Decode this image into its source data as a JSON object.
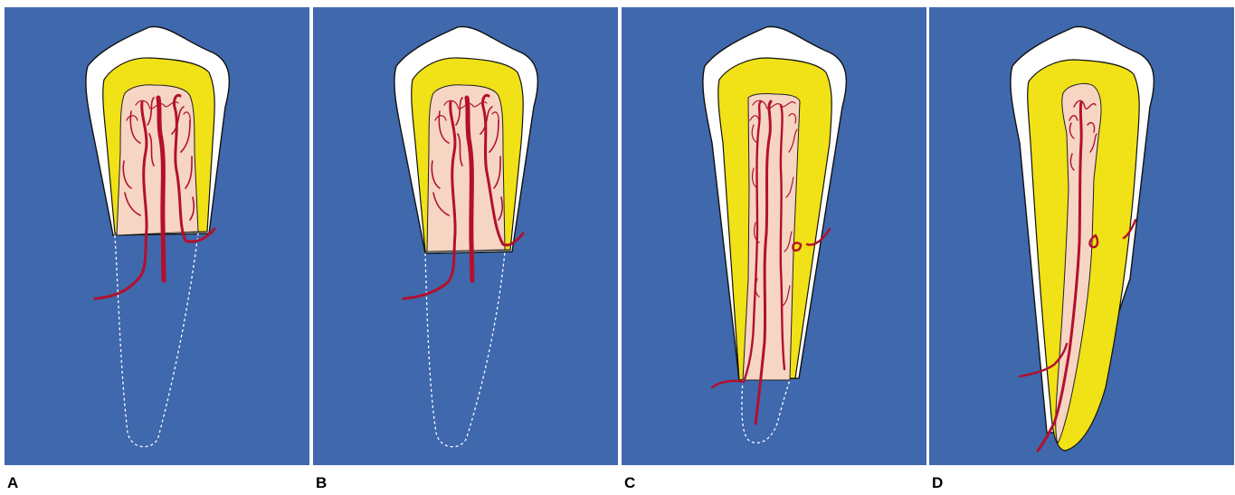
{
  "colors": {
    "background": "#3f68ad",
    "enamel": "#ffffff",
    "dentin": "#f1e117",
    "pulp": "#f6d5c3",
    "vessels": "#b3102c",
    "future_root_outline": "#ffffff"
  },
  "panels": [
    {
      "label": "A"
    },
    {
      "label": "B"
    },
    {
      "label": "C"
    },
    {
      "label": "D"
    }
  ]
}
